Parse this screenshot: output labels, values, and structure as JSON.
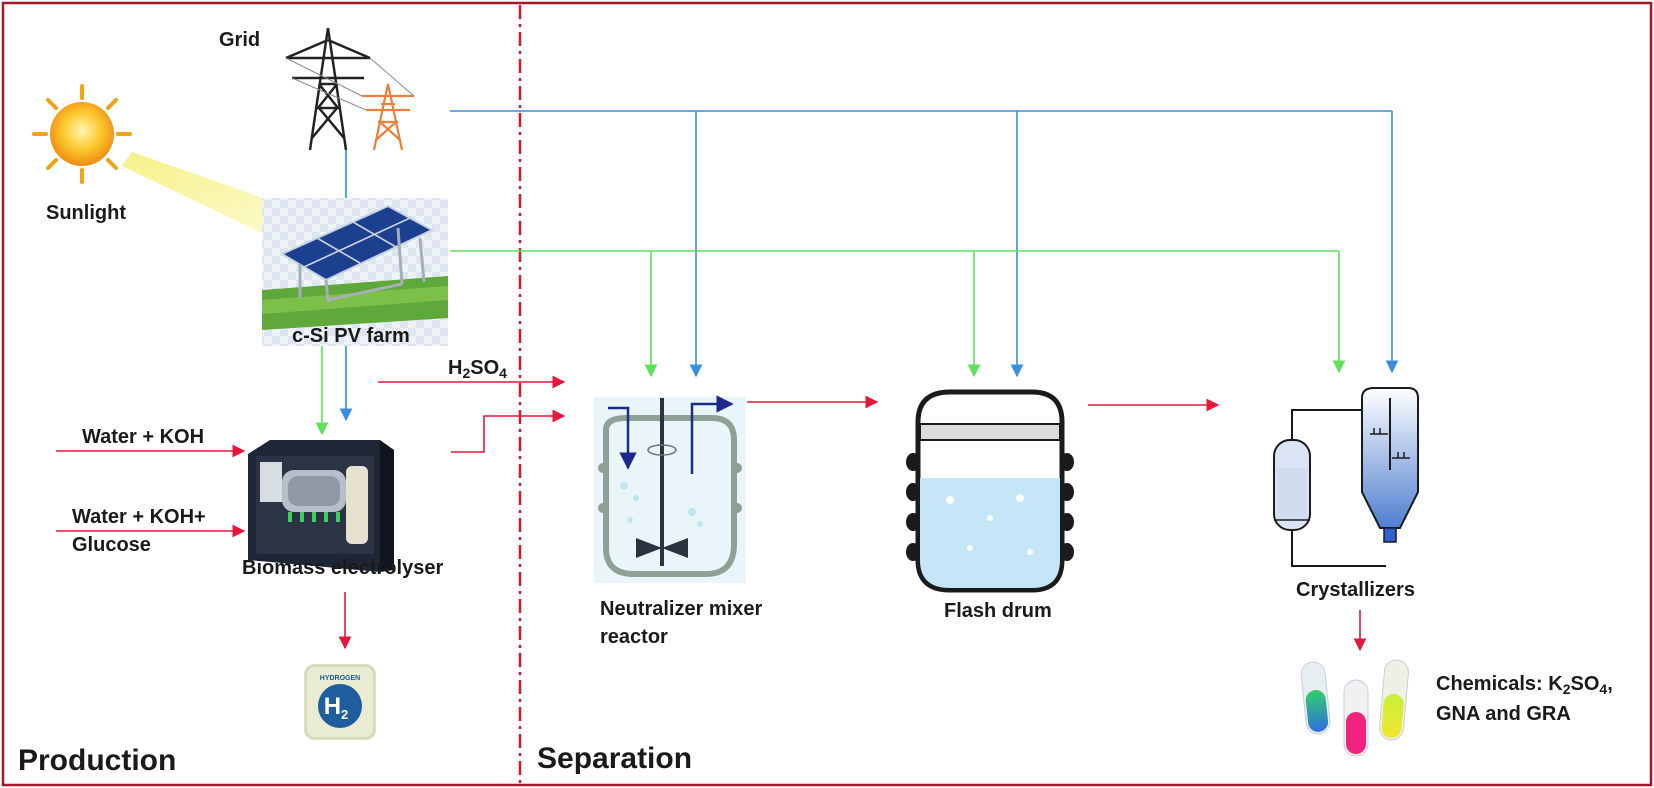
{
  "labels": {
    "grid": "Grid",
    "sunlight": "Sunlight",
    "pv_farm": "c-Si PV farm",
    "h2so4": "H2SO4",
    "water_koh": "Water + KOH",
    "water_koh_glucose_1": "Water + KOH+",
    "water_koh_glucose_2": "Glucose",
    "electrolyser": "Biomass electrolyser",
    "neutralizer_1": "Neutralizer mixer",
    "neutralizer_2": "reactor",
    "flash_drum": "Flash drum",
    "crystallizers": "Crystallizers",
    "chemicals_prefix": "Chemicals: ",
    "chemicals_formula": "K2SO4,",
    "chemicals_line2": "GNA and GRA",
    "production": "Production",
    "separation": "Separation",
    "hydrogen_badge": "HYDROGEN",
    "h2_symbol": "H2"
  },
  "colors": {
    "frame": "#a3192b",
    "divider": "#d11b2f",
    "flow_blue": "#3a8ee0",
    "flow_green": "#5ee05a",
    "flow_red": "#e5173a",
    "sun": "#f9b51c"
  }
}
